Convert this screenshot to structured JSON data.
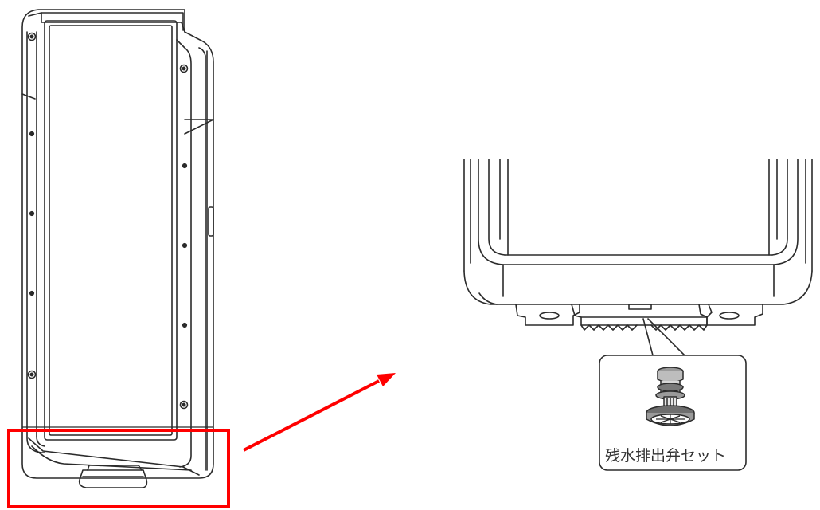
{
  "diagram": {
    "callout": {
      "label": "残水排出弁セット"
    },
    "colors": {
      "line": "#2b2b2b",
      "highlight": "#ff0000",
      "background": "#ffffff"
    },
    "icons": {
      "unit": "water-tank-front-view",
      "detail": "tank-bottom-detail-view",
      "part": "drain-valve-part"
    }
  }
}
